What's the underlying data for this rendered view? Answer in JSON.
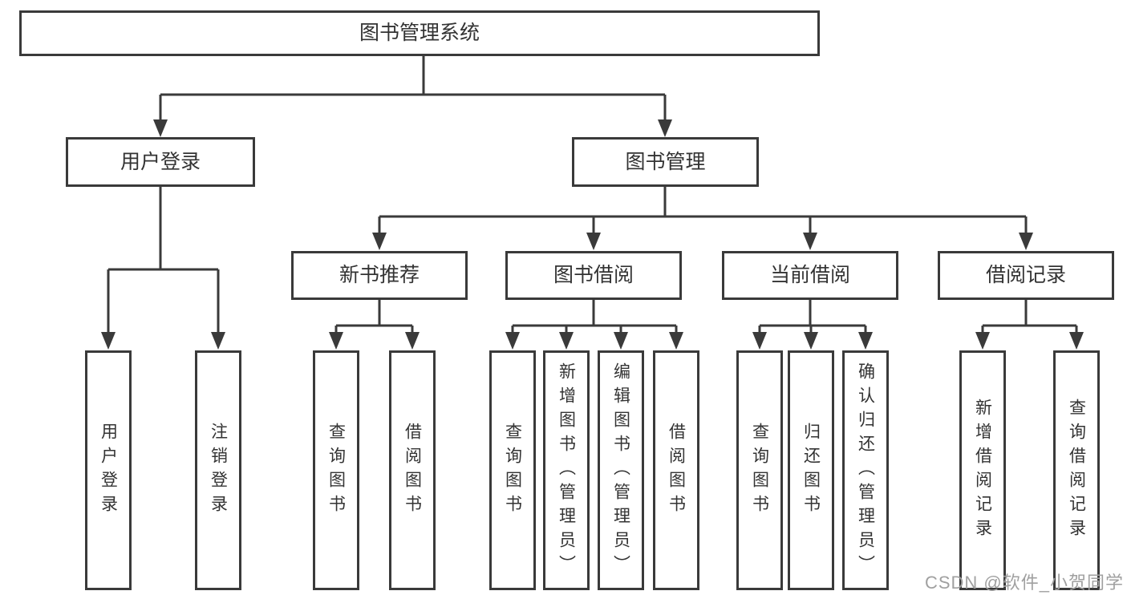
{
  "tree": {
    "root": {
      "label": "图书管理系统",
      "children": [
        {
          "label": "用户登录",
          "children": [
            {
              "label": "用户登录"
            },
            {
              "label": "注销登录"
            }
          ]
        },
        {
          "label": "图书管理",
          "children": [
            {
              "label": "新书推荐",
              "children": [
                {
                  "label": "查询图书"
                },
                {
                  "label": "借阅图书"
                }
              ]
            },
            {
              "label": "图书借阅",
              "children": [
                {
                  "label": "查询图书"
                },
                {
                  "label": "新增图书（管理员）"
                },
                {
                  "label": "编辑图书（管理员）"
                },
                {
                  "label": "借阅图书"
                }
              ]
            },
            {
              "label": "当前借阅",
              "children": [
                {
                  "label": "查询图书"
                },
                {
                  "label": "归还图书"
                },
                {
                  "label": "确认归还（管理员）"
                }
              ]
            },
            {
              "label": "借阅记录",
              "children": [
                {
                  "label": "新增借阅记录"
                },
                {
                  "label": "查询借阅记录"
                }
              ]
            }
          ]
        }
      ]
    }
  },
  "watermark": {
    "text": "CSDN @软件_小贺同学"
  },
  "colors": {
    "line": "#3a3a3a",
    "text": "#333333",
    "watermark": "#a0a0a0",
    "background": "#ffffff"
  }
}
